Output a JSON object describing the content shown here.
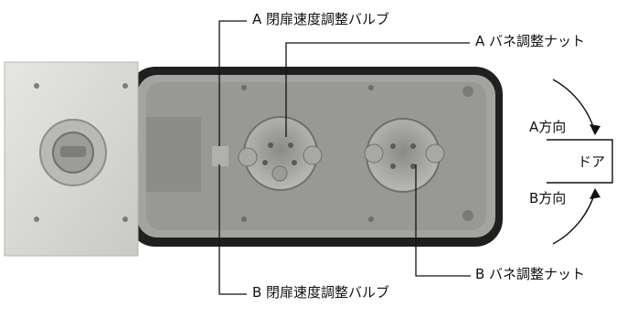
{
  "labels": {
    "a_valve": "A 閉扉速度調整バルブ",
    "a_nut": "A バネ調整ナット",
    "b_valve": "B 閉扉速度調整バルブ",
    "b_nut": "B バネ調整ナット",
    "a_direction": "A方向",
    "b_direction": "B方向",
    "door": "ドア"
  },
  "colors": {
    "frame": "#1f1f1f",
    "body": "#9b9b98",
    "plate": "#d9d9d6"
  }
}
